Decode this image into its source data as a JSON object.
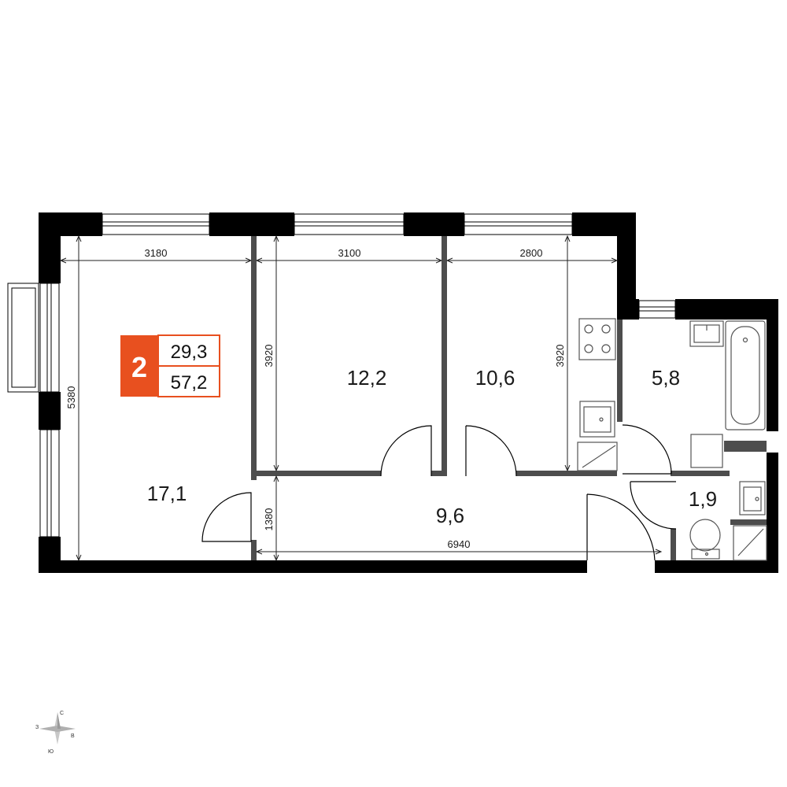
{
  "apartment": {
    "rooms": "2",
    "living_area": "29,3",
    "total_area": "57,2",
    "badge_color": "#e8501f"
  },
  "rooms": {
    "living_room": "17,1",
    "bedroom_1": "12,2",
    "bedroom_2": "10,6",
    "bathroom": "5,8",
    "hallway": "9,6",
    "toilet": "1,9"
  },
  "dimensions": {
    "living_width": "3180",
    "bedroom1_width": "3100",
    "bedroom2_width": "2800",
    "living_depth": "5380",
    "bedroom1_depth": "3920",
    "bedroom2_depth": "3920",
    "hall_depth": "1380",
    "hall_length": "6940"
  },
  "compass": {
    "north": "С",
    "west": "З",
    "east": "В",
    "south": "Ю"
  },
  "colors": {
    "wall": "#000000",
    "partition": "#4d4d4d",
    "fixture": "#555555"
  }
}
